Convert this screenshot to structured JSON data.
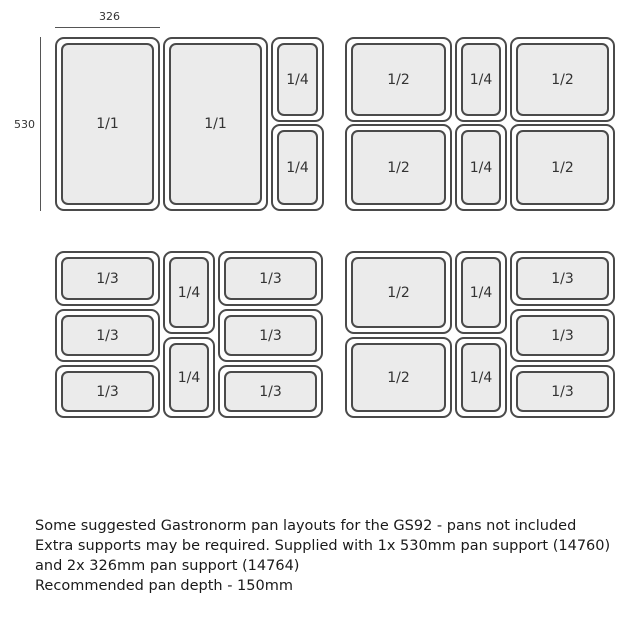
{
  "dimensions": {
    "width_label": "326",
    "height_label": "530"
  },
  "layouts": [
    {
      "pans": [
        "1/1",
        "1/1",
        "1/4",
        "1/4"
      ]
    },
    {
      "pans": [
        "1/2",
        "1/4",
        "1/2",
        "1/2",
        "1/4",
        "1/2"
      ]
    },
    {
      "pans": [
        "1/3",
        "1/3",
        "1/3",
        "1/4",
        "1/4",
        "1/3",
        "1/3",
        "1/3"
      ]
    },
    {
      "pans": [
        "1/2",
        "1/2",
        "1/4",
        "1/4",
        "1/3",
        "1/3",
        "1/3"
      ]
    }
  ],
  "caption": [
    "Some suggested Gastronorm pan layouts for the GS92 - pans not included",
    "Extra supports may be required. Supplied with 1x 530mm pan support (14760)",
    "and 2x 326mm pan support (14764)",
    "Recommended pan depth - 150mm"
  ]
}
